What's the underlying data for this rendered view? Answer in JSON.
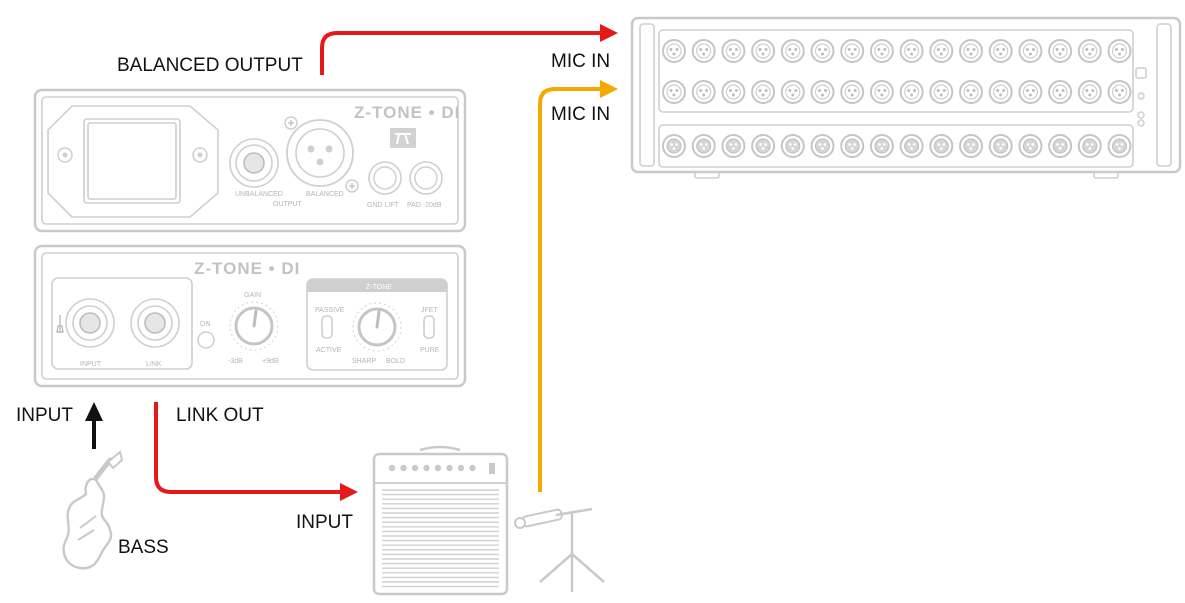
{
  "labels": {
    "balanced_output": "BALANCED OUTPUT",
    "mic_in_1": "MIC IN",
    "mic_in_2": "MIC IN",
    "input_left": "INPUT",
    "link_out": "LINK OUT",
    "input_amp": "INPUT",
    "bass": "BASS"
  },
  "di_rear": {
    "brand": "Z-TONE • DI",
    "unbalanced": "UNBALANCED",
    "output": "OUTPUT",
    "balanced": "BALANCED",
    "gnd_lift": "GND LIFT",
    "pad": "PAD -20dB"
  },
  "di_front": {
    "brand": "Z-TONE • DI",
    "input": "INPUT",
    "link": "LINK",
    "on": "ON",
    "gain": "GAIN",
    "gain_min": "-3dB",
    "gain_max": "+9dB",
    "ztone": "Z-TONE",
    "passive": "PASSIVE",
    "active": "ACTIVE",
    "sharp": "SHARP",
    "bold": "BOLD",
    "jfet": "JFET",
    "pure": "PURE"
  },
  "colors": {
    "red_cable": "#e61919",
    "yellow_cable": "#f5a800",
    "black_arrow": "#111111",
    "device_outline": "#c9c9c9"
  }
}
